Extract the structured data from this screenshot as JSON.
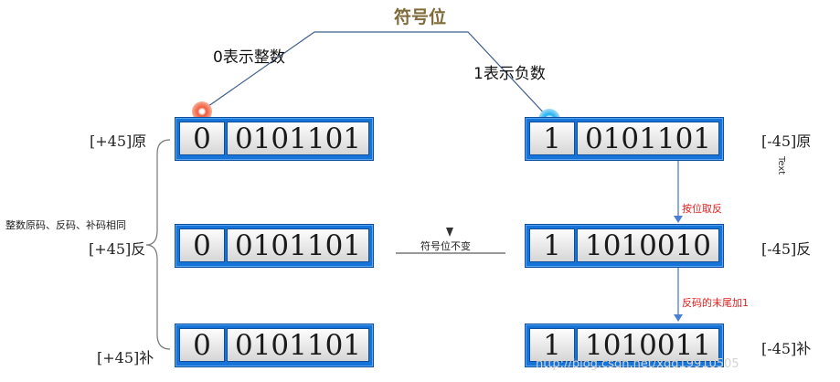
{
  "title": "符号位",
  "labels": {
    "positive_sign": "0表示整数",
    "negative_sign": "1表示负数",
    "same_note": "整数原码、反码、补码相同",
    "sign_unchanged": "符号位不变",
    "invert": "按位取反",
    "add_one": "反码的末尾加1",
    "text_vertical": "Text",
    "watermark": "http://blog.csdn.net/xdd19910505"
  },
  "left_rows": [
    {
      "label": "[+45]原",
      "sign": "0",
      "bits": "0101101"
    },
    {
      "label": "[+45]反",
      "sign": "0",
      "bits": "0101101"
    },
    {
      "label": "[+45]补",
      "sign": "0",
      "bits": "0101101"
    }
  ],
  "right_rows": [
    {
      "label": "[-45]原",
      "sign": "1",
      "bits": "0101101"
    },
    {
      "label": "[-45]反",
      "sign": "1",
      "bits": "1010010"
    },
    {
      "label": "[-45]补",
      "sign": "1",
      "bits": "1010011"
    }
  ],
  "colors": {
    "register_fill": "#1673d8",
    "annotation_red": "#e0201f",
    "title_color": "#7f6a3a",
    "arrow_blue": "#4a7fd0"
  }
}
